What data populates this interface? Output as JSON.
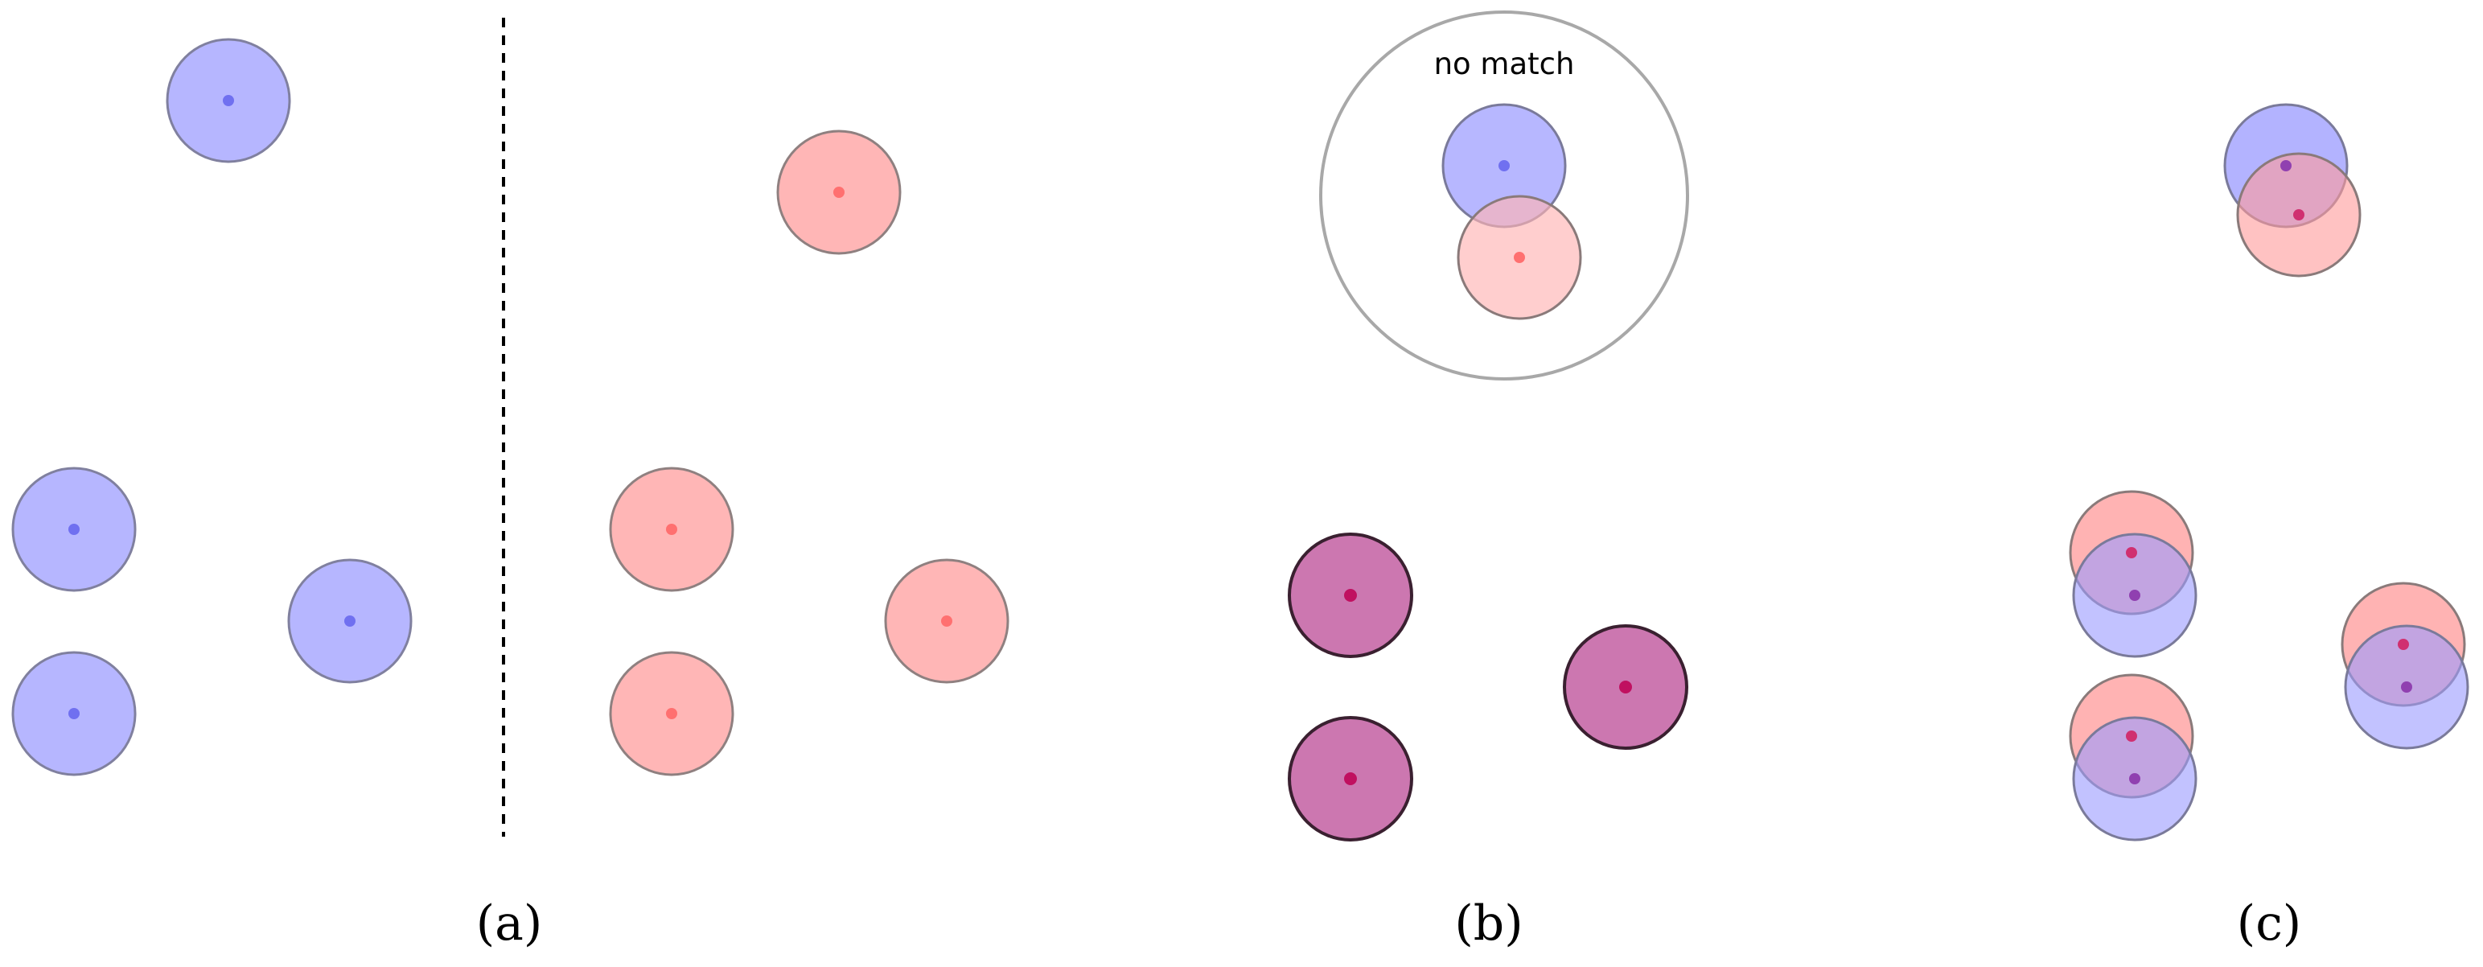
{
  "labels": {
    "a": "(a)",
    "b": "(b)",
    "c": "(c)",
    "no_match": "no match"
  },
  "colors": {
    "blue_fill": "#b3b3ff",
    "blue_dot": "#7070f0",
    "red_fill": "#ffb3b3",
    "red_dot": "#ff7070",
    "purple_fill": "#cc77b0",
    "purple_dot": "#c01060",
    "outline": "#7a7a9a",
    "dark_outline": "#3a2030",
    "match_ring": "#a8a8a8",
    "divider": "#000000"
  }
}
